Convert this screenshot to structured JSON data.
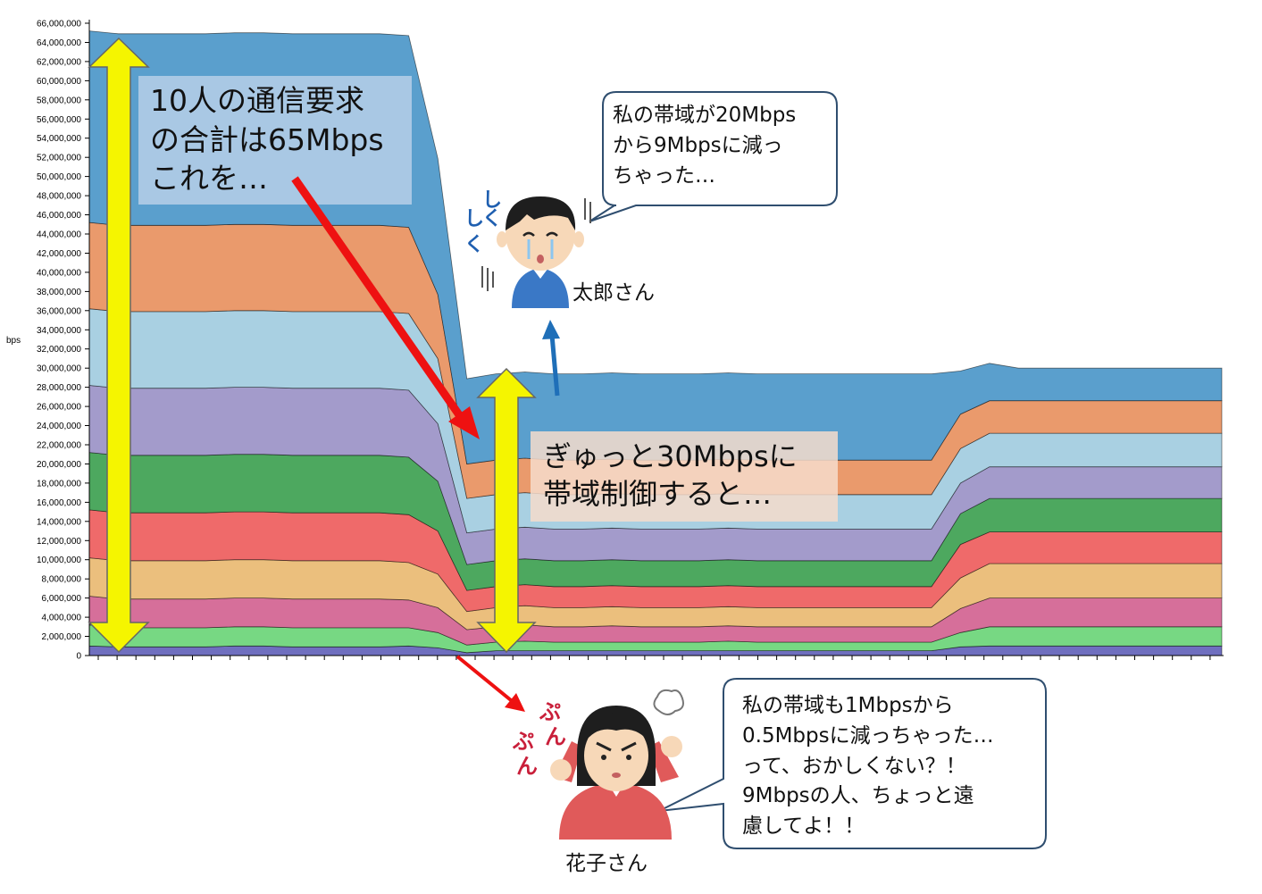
{
  "chart_data": {
    "type": "area",
    "stacked": true,
    "ylabel": "bps",
    "ylim": [
      0,
      66000000
    ],
    "yticks": [
      "66,000,000",
      "64,000,000",
      "62,000,000",
      "60,000,000",
      "58,000,000",
      "56,000,000",
      "54,000,000",
      "52,000,000",
      "50,000,000",
      "48,000,000",
      "46,000,000",
      "44,000,000",
      "42,000,000",
      "40,000,000",
      "38,000,000",
      "36,000,000",
      "34,000,000",
      "32,000,000",
      "30,000,000",
      "28,000,000",
      "26,000,000",
      "24,000,000",
      "22,000,000",
      "20,000,000",
      "18,000,000",
      "16,000,000",
      "14,000,000",
      "12,000,000",
      "10,000,000",
      "8,000,000",
      "6,000,000",
      "4,000,000",
      "2,000,000",
      "0"
    ],
    "x": [
      0,
      1,
      2,
      3,
      4,
      5,
      6,
      7,
      8,
      9,
      10,
      11,
      12,
      13,
      14,
      15,
      16,
      17,
      18,
      19,
      20,
      21,
      22,
      23,
      24,
      25,
      26,
      27,
      28,
      29,
      30,
      31,
      32,
      33,
      34,
      35,
      36,
      37,
      38,
      39
    ],
    "grid": false,
    "legend": "none",
    "series": [
      {
        "color": "#6f6fbf",
        "values": [
          1,
          0.9,
          0.9,
          0.9,
          0.9,
          1,
          1,
          0.9,
          0.9,
          0.9,
          0.9,
          1,
          0.8,
          0.3,
          0.5,
          0.5,
          0.5,
          0.5,
          0.5,
          0.5,
          0.5,
          0.5,
          0.5,
          0.5,
          0.5,
          0.5,
          0.5,
          0.5,
          0.5,
          0.5,
          0.9,
          1,
          1,
          1,
          1,
          1,
          1,
          1,
          1,
          1
        ]
      },
      {
        "color": "#77d883",
        "values": [
          2.2,
          2.0,
          2.0,
          2.0,
          2.0,
          2.0,
          2.0,
          2.0,
          2.0,
          2.0,
          2.0,
          1.9,
          1.6,
          0.8,
          0.9,
          1.0,
          0.9,
          0.9,
          0.9,
          0.9,
          0.9,
          0.9,
          1.0,
          0.9,
          0.9,
          0.9,
          0.9,
          0.9,
          0.9,
          0.9,
          1.5,
          2.0,
          2.0,
          2.0,
          2.0,
          2.0,
          2.0,
          2.0,
          2.0,
          2.0
        ]
      },
      {
        "color": "#d66f9a",
        "values": [
          3.0,
          3.0,
          3.0,
          3.0,
          3.0,
          3.0,
          3.0,
          3.0,
          3.0,
          3.0,
          3.0,
          2.9,
          2.6,
          1.6,
          1.6,
          1.7,
          1.6,
          1.6,
          1.7,
          1.6,
          1.6,
          1.6,
          1.6,
          1.6,
          1.6,
          1.6,
          1.6,
          1.6,
          1.6,
          1.6,
          2.5,
          3.0,
          3.0,
          3.0,
          3.0,
          3.0,
          3.0,
          3.0,
          3.0,
          3.0
        ]
      },
      {
        "color": "#ebbf7d",
        "values": [
          4.0,
          4.0,
          4.0,
          4.0,
          4.0,
          4.0,
          4.0,
          4.0,
          4.0,
          4.0,
          4.0,
          3.9,
          3.5,
          1.9,
          2.0,
          2.0,
          2.0,
          2.0,
          2.0,
          2.0,
          2.0,
          2.0,
          2.0,
          2.0,
          2.0,
          2.0,
          2.0,
          2.0,
          2.0,
          2.0,
          3.2,
          3.6,
          3.6,
          3.6,
          3.6,
          3.6,
          3.6,
          3.6,
          3.6,
          3.6
        ]
      },
      {
        "color": "#ef6a6a",
        "values": [
          5.0,
          5.0,
          5.0,
          5.0,
          5.0,
          5.0,
          5.0,
          5.0,
          5.0,
          5.0,
          5.0,
          5.0,
          4.5,
          2.2,
          2.2,
          2.2,
          2.2,
          2.2,
          2.2,
          2.2,
          2.2,
          2.2,
          2.2,
          2.2,
          2.2,
          2.2,
          2.2,
          2.2,
          2.2,
          2.2,
          3.5,
          3.3,
          3.3,
          3.3,
          3.3,
          3.3,
          3.3,
          3.3,
          3.3,
          3.3
        ]
      },
      {
        "color": "#4da85f",
        "values": [
          6.0,
          6.0,
          6.0,
          6.0,
          6.0,
          6.0,
          6.0,
          6.0,
          6.0,
          6.0,
          6.0,
          6.0,
          5.2,
          2.7,
          2.7,
          2.7,
          2.7,
          2.7,
          2.7,
          2.7,
          2.7,
          2.7,
          2.7,
          2.7,
          2.7,
          2.7,
          2.7,
          2.7,
          2.7,
          2.7,
          3.2,
          3.5,
          3.5,
          3.5,
          3.5,
          3.5,
          3.5,
          3.5,
          3.5,
          3.5
        ]
      },
      {
        "color": "#a39bcb",
        "values": [
          7.0,
          7.0,
          7.0,
          7.0,
          7.0,
          7.0,
          7.0,
          7.0,
          7.0,
          7.0,
          7.0,
          7.0,
          6.0,
          3.3,
          3.3,
          3.3,
          3.3,
          3.3,
          3.3,
          3.3,
          3.3,
          3.3,
          3.3,
          3.3,
          3.3,
          3.3,
          3.3,
          3.3,
          3.3,
          3.3,
          3.2,
          3.3,
          3.3,
          3.3,
          3.3,
          3.3,
          3.3,
          3.3,
          3.3,
          3.3
        ]
      },
      {
        "color": "#a9d0e2",
        "values": [
          8.0,
          8.0,
          8.0,
          8.0,
          8.0,
          8.0,
          8.0,
          8.0,
          8.0,
          8.0,
          8.0,
          8.0,
          6.8,
          3.6,
          3.6,
          3.6,
          3.6,
          3.6,
          3.6,
          3.6,
          3.6,
          3.6,
          3.6,
          3.6,
          3.6,
          3.6,
          3.6,
          3.6,
          3.6,
          3.6,
          3.6,
          3.5,
          3.5,
          3.5,
          3.5,
          3.5,
          3.5,
          3.5,
          3.5,
          3.5
        ]
      },
      {
        "color": "#ea9a6c",
        "values": [
          9.0,
          9.0,
          9.0,
          9.0,
          9.0,
          9.0,
          9.0,
          9.0,
          9.0,
          9.0,
          9.0,
          9.0,
          6.7,
          3.6,
          3.6,
          3.6,
          3.6,
          3.6,
          3.6,
          3.6,
          3.6,
          3.6,
          3.6,
          3.6,
          3.6,
          3.6,
          3.6,
          3.6,
          3.6,
          3.6,
          3.6,
          3.4,
          3.4,
          3.4,
          3.4,
          3.4,
          3.4,
          3.4,
          3.4,
          3.4
        ]
      },
      {
        "color": "#5a9fcd",
        "values": [
          20.0,
          20.0,
          20.0,
          20.0,
          20.0,
          20.0,
          20.0,
          20.0,
          20.0,
          20.0,
          20.0,
          20.0,
          14.2,
          8.9,
          9.0,
          9.0,
          9.0,
          9.0,
          9.0,
          9.0,
          9.0,
          9.0,
          9.0,
          9.0,
          9.0,
          9.0,
          9.0,
          9.0,
          9.0,
          9.0,
          4.5,
          3.9,
          3.4,
          3.4,
          3.4,
          3.4,
          3.4,
          3.4,
          3.4,
          3.4
        ]
      }
    ],
    "annotations": {
      "box1": [
        "10人の通信要求",
        "の合計は65Mbps",
        "これを…"
      ],
      "box2": [
        "ぎゅっと30Mbpsに",
        "帯域制御すると…"
      ]
    }
  },
  "characters": {
    "taro": {
      "name": "太郎さん",
      "bubble": [
        "私の帯域が20Mbps",
        "から9Mbpsに減っ",
        "ちゃった…"
      ],
      "sfx": [
        "し",
        "く",
        "し",
        "く"
      ]
    },
    "hanako": {
      "name": "花子さん",
      "bubble": [
        "私の帯域も1Mbpsから",
        "0.5Mbpsに減っちゃった…",
        "って、おかしくない？！",
        "9Mbpsの人、ちょっと遠",
        "慮してよ！！"
      ],
      "sfx": [
        "ぷ",
        "ん",
        "ぷ",
        "ん"
      ]
    }
  },
  "colors": {
    "yellow_arrow": "#f5f500",
    "red_arrow": "#ee1111",
    "blue_arrow": "#1f6fb8",
    "overlay_box": "#a9c8e4",
    "overlay_box2": "#f6dccb"
  }
}
